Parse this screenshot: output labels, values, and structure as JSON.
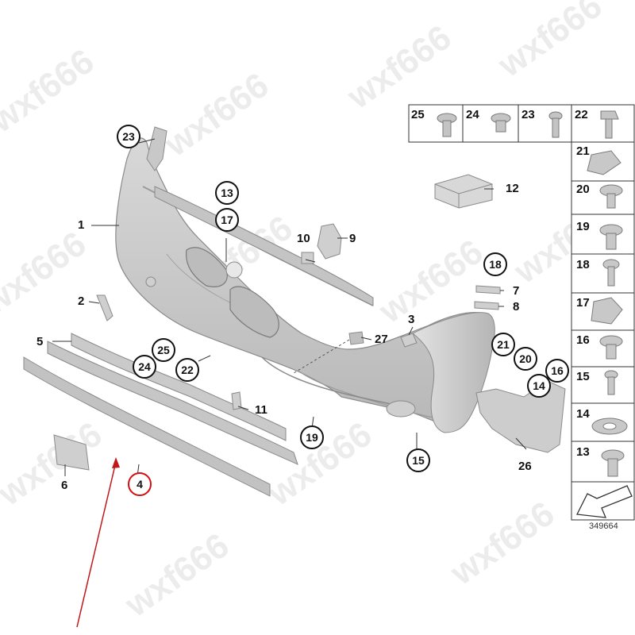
{
  "diagram": {
    "doc_id": "349664",
    "watermark": "wxf666",
    "callouts_plain": [
      {
        "id": "1",
        "text": "1"
      },
      {
        "id": "2",
        "text": "2"
      },
      {
        "id": "3",
        "text": "3"
      },
      {
        "id": "5",
        "text": "5"
      },
      {
        "id": "6",
        "text": "6"
      },
      {
        "id": "7",
        "text": "7"
      },
      {
        "id": "8",
        "text": "8"
      },
      {
        "id": "9",
        "text": "9"
      },
      {
        "id": "10",
        "text": "10"
      },
      {
        "id": "11",
        "text": "11"
      },
      {
        "id": "12",
        "text": "12"
      },
      {
        "id": "26",
        "text": "26"
      },
      {
        "id": "27",
        "text": "27"
      }
    ],
    "callouts_circled": [
      {
        "id": "4",
        "text": "4",
        "highlight": true
      },
      {
        "id": "13",
        "text": "13"
      },
      {
        "id": "14",
        "text": "14"
      },
      {
        "id": "15",
        "text": "15"
      },
      {
        "id": "16",
        "text": "16"
      },
      {
        "id": "17",
        "text": "17"
      },
      {
        "id": "18",
        "text": "18"
      },
      {
        "id": "19",
        "text": "19"
      },
      {
        "id": "20",
        "text": "20"
      },
      {
        "id": "21",
        "text": "21"
      },
      {
        "id": "22",
        "text": "22"
      },
      {
        "id": "23",
        "text": "23"
      },
      {
        "id": "24",
        "text": "24"
      },
      {
        "id": "25",
        "text": "25"
      }
    ],
    "top_table": [
      "25",
      "24",
      "23",
      "22"
    ],
    "side_table": [
      "21",
      "20",
      "19",
      "18",
      "17",
      "16",
      "15",
      "14",
      "13"
    ],
    "colors": {
      "part_fill": "#c9c9c9",
      "part_stroke": "#8a8a8a",
      "highlight_circle": "#d01010",
      "arrow": "#c01818"
    }
  }
}
